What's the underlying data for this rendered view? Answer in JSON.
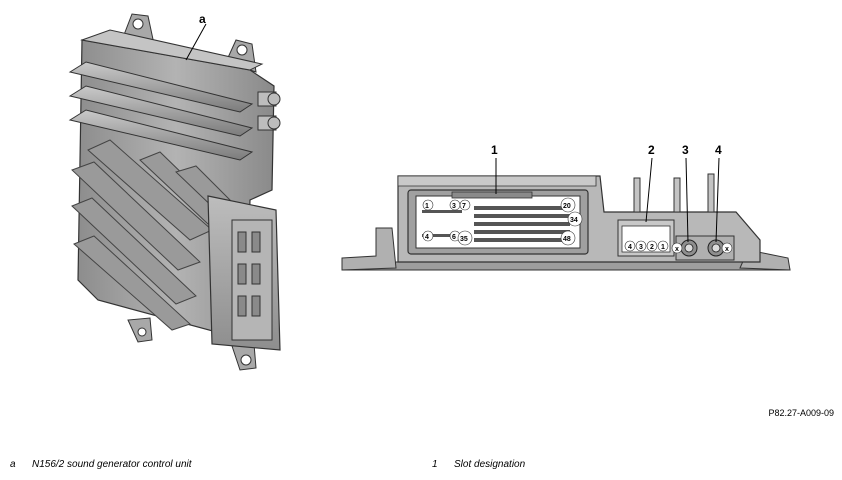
{
  "callouts": {
    "a": "a",
    "c1": "1",
    "c2": "2",
    "c3": "3",
    "c4": "4"
  },
  "pins": {
    "p1": "1",
    "p3": "3",
    "p7": "7",
    "p20": "20",
    "p34": "34",
    "p4": "4",
    "p6": "6",
    "p35": "35",
    "p48": "48"
  },
  "slot2_pins": {
    "s4": "4",
    "s3": "3",
    "s2": "2",
    "s1": "1"
  },
  "connector_marks": {
    "x_left": "x",
    "x_right": "x"
  },
  "figure_reference": "P82.27-A009-09",
  "legend": [
    {
      "key": "a",
      "text": "N156/2 sound generator control unit"
    },
    {
      "key": "1",
      "text": "Slot designation"
    }
  ]
}
